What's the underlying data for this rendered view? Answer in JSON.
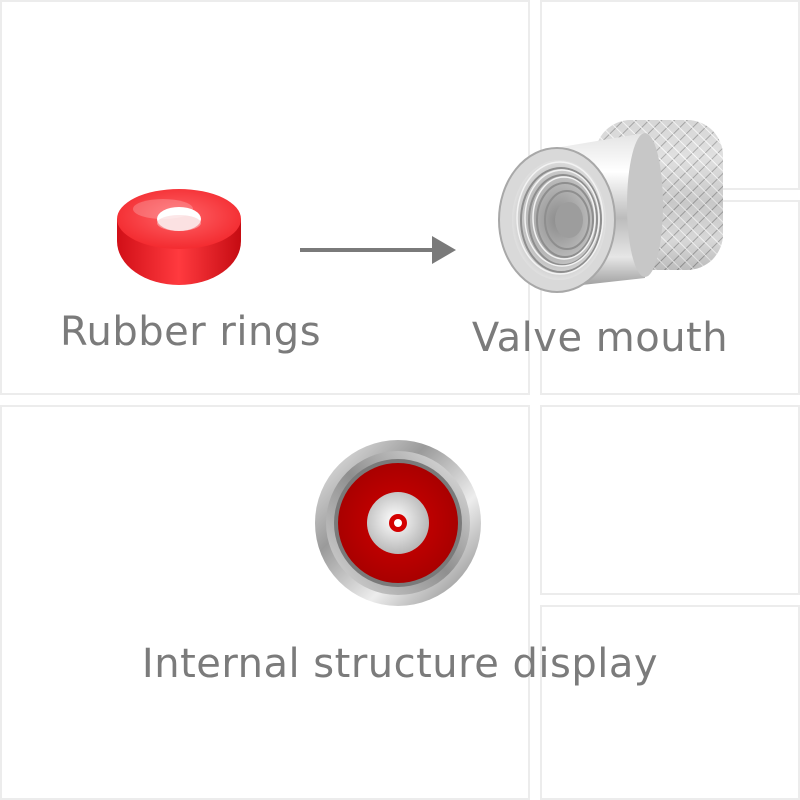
{
  "labels": {
    "rubber_rings": "Rubber rings",
    "valve_mouth": "Valve mouth",
    "internal_structure": "Internal structure display"
  },
  "icons": {
    "rubber_ring": "rubber-ring-icon",
    "arrow": "arrow-right-icon",
    "valve_cap": "valve-cap-icon",
    "internal_view": "internal-structure-icon"
  },
  "colors": {
    "background": "#ffffff",
    "panel_border": "#ececec",
    "label": "#7b7b7b",
    "rubber_red": "#f2262b",
    "inner_red": "#c00000",
    "arrow": "#7a7a7a",
    "metal_light": "#f1f1f1",
    "metal_dark": "#8c8c8c"
  }
}
